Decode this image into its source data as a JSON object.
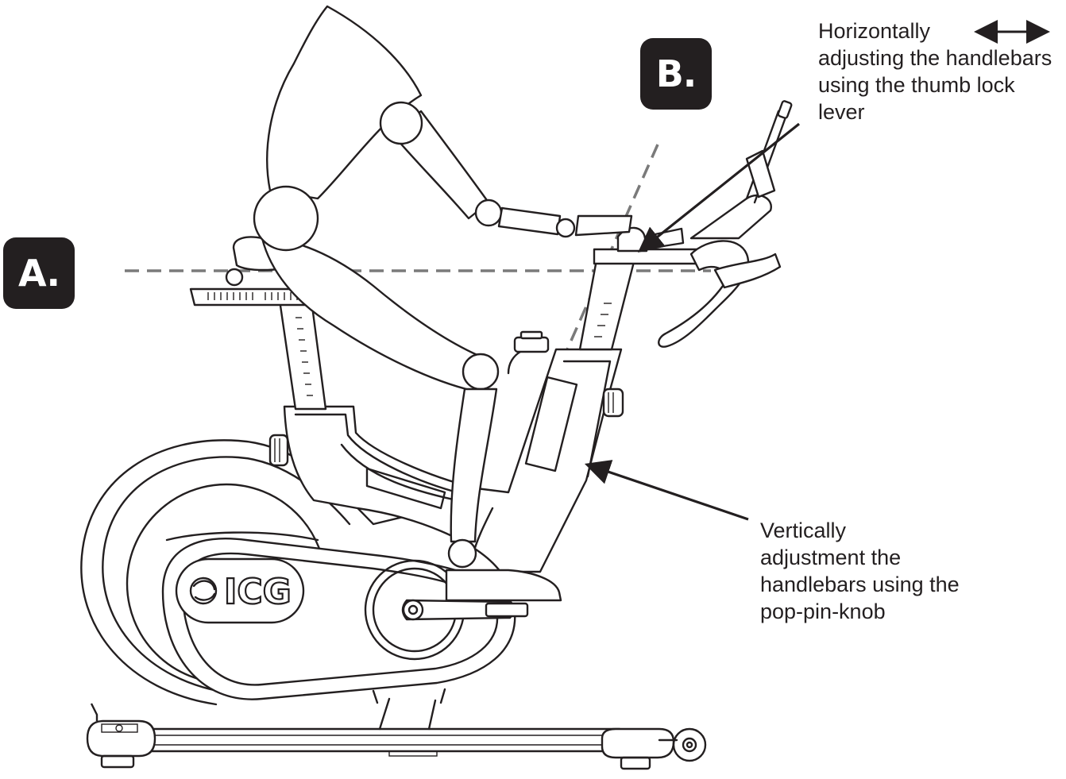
{
  "labels": {
    "badge_a": "A.",
    "badge_b": "B.",
    "horizontal_callout": "Horizontally\nadjusting the handlebars\nusing the thumb lock\nlever",
    "vertical_callout": "Vertically\nadjustment the\nhandlebars using the\npop-pin-knob"
  },
  "bike": {
    "logo": "ICG"
  },
  "icons": {
    "double_arrow": "double-headed-horizontal-arrow",
    "pointer_arrow": "pointer-arrow"
  },
  "colors": {
    "badge_background": "#231f20",
    "badge_text": "#ffffff",
    "line_art": "#231f20",
    "guide_line": "#7a7a7a"
  }
}
